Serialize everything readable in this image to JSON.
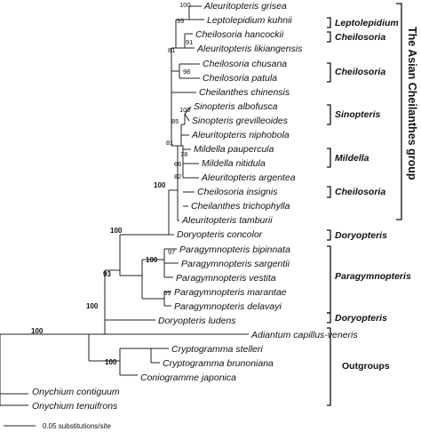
{
  "taxa": [
    "Aleuritopteris grisea",
    "Leptolepidium kuhnii",
    "Cheilosoria hancockii",
    "Aleuritopteris likiangensis",
    "Cheilosoria chusana",
    "Cheilosoria patula",
    "Cheilanthes chinensis",
    "Sinopteris albofusca",
    "Sinopteris grevilleoides",
    "Aleuritopteris niphobola",
    "Mildella paupercula",
    "Mildella nitidula",
    "Aleuritopteris argentea",
    "Cheilosoria insignis",
    "Cheilanthes trichophylla",
    "Aleuritopteris tamburii",
    "Doryopteris concolor",
    "Paragymnopteris bipinnata",
    "Paragymnopteris sargentii",
    "Paragymnopteris vestita",
    "Paragymnopteris marantae",
    "Paragymnopteris delavayi",
    "Doryopteris ludens",
    "Adiantum capillus-veneris",
    "Cryptogramma stelleri",
    "Cryptogramma brunoniana",
    "Coniogramme japonica",
    "Onychium contiguum",
    "Onychium tenuifrons"
  ],
  "bootstrap": {
    "b1": "100",
    "b2": "99",
    "b3": "91",
    "b4": "81",
    "b5": "98",
    "b6": "100",
    "b7": "85",
    "b8": "81",
    "b9": "78",
    "b10": "66",
    "b11": "82",
    "b12": "100",
    "b13": "100",
    "b14": "97",
    "b15": "99",
    "b16": "100",
    "b17": "93",
    "b18": "100",
    "b19": "100",
    "b20": "100"
  },
  "clades": {
    "leptolepidium": "Leptolepidium",
    "cheilosoria_1": "Cheilosoria",
    "cheilosoria_2": "Cheilosoria",
    "sinopteris": "Sinopteris",
    "mildella": "Mildella",
    "cheilosoria_3": "Cheilosoria",
    "doryopteris_1": "Doryopteris",
    "paragymnopteris": "Paragymnopteris",
    "doryopteris_2": "Doryopteris",
    "outgroups": "Outgroups"
  },
  "group_label": "The Asian Cheilanthes group",
  "scale_label": "0.05 substitutions/site"
}
